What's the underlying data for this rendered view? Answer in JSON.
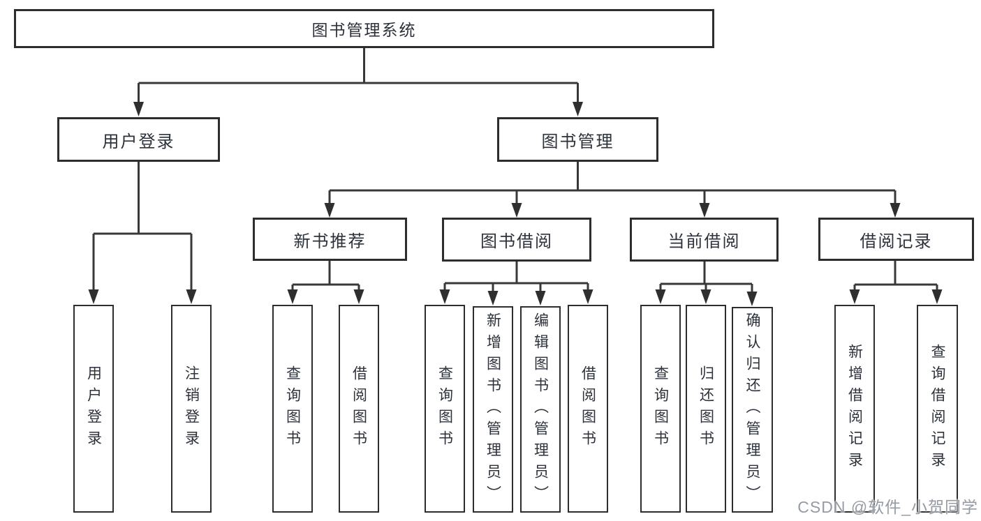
{
  "diagram": {
    "type": "hierarchy-tree",
    "root": {
      "id": "library-management-system",
      "label": "图书管理系统"
    },
    "level2": [
      {
        "id": "user-login",
        "label": "用户登录",
        "parent": "library-management-system"
      },
      {
        "id": "book-management",
        "label": "图书管理",
        "parent": "library-management-system"
      }
    ],
    "level3": [
      {
        "id": "new-book-recommendation",
        "label": "新书推荐",
        "parent": "book-management"
      },
      {
        "id": "book-borrowing",
        "label": "图书借阅",
        "parent": "book-management"
      },
      {
        "id": "current-borrowing",
        "label": "当前借阅",
        "parent": "book-management"
      },
      {
        "id": "borrowing-records",
        "label": "借阅记录",
        "parent": "book-management"
      }
    ],
    "leaves": [
      {
        "id": "user-login-action",
        "label": "用户登录",
        "parent": "user-login"
      },
      {
        "id": "logout-action",
        "label": "注销登录",
        "parent": "user-login"
      },
      {
        "id": "query-books-recommend",
        "label": "查询图书",
        "parent": "new-book-recommendation"
      },
      {
        "id": "borrow-books-recommend",
        "label": "借阅图书",
        "parent": "new-book-recommendation"
      },
      {
        "id": "query-books-borrowing",
        "label": "查询图书",
        "parent": "book-borrowing"
      },
      {
        "id": "add-books-admin",
        "label": "新增图书（管理员）",
        "parent": "book-borrowing"
      },
      {
        "id": "edit-books-admin",
        "label": "编辑图书（管理员）",
        "parent": "book-borrowing"
      },
      {
        "id": "borrow-books-borrowing",
        "label": "借阅图书",
        "parent": "book-borrowing"
      },
      {
        "id": "query-books-current",
        "label": "查询图书",
        "parent": "current-borrowing"
      },
      {
        "id": "return-books",
        "label": "归还图书",
        "parent": "current-borrowing"
      },
      {
        "id": "confirm-return-admin",
        "label": "确认归还（管理员）",
        "parent": "current-borrowing"
      },
      {
        "id": "add-borrow-record",
        "label": "新增借阅记录",
        "parent": "borrowing-records"
      },
      {
        "id": "query-borrow-record",
        "label": "查询借阅记录",
        "parent": "borrowing-records"
      }
    ]
  },
  "watermark": {
    "text": "CSDN @软件_小贺同学"
  },
  "colors": {
    "background": "#ffffff",
    "box_border": "#2d2d2d",
    "line": "#383838",
    "text": "#2c313a",
    "watermark": "#959ba4"
  }
}
